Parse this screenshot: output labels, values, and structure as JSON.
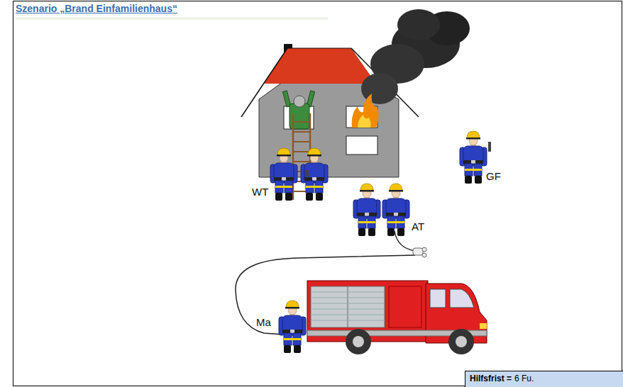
{
  "diagram": {
    "title": "Szenario „Brand Einfamilienhaus“",
    "nodes": [
      {
        "text": [
          "Hilfsfrist =",
          "6 Fu."
        ]
      }
    ],
    "labels": [
      "WT",
      "AT",
      "GF",
      "Ma"
    ]
  }
}
